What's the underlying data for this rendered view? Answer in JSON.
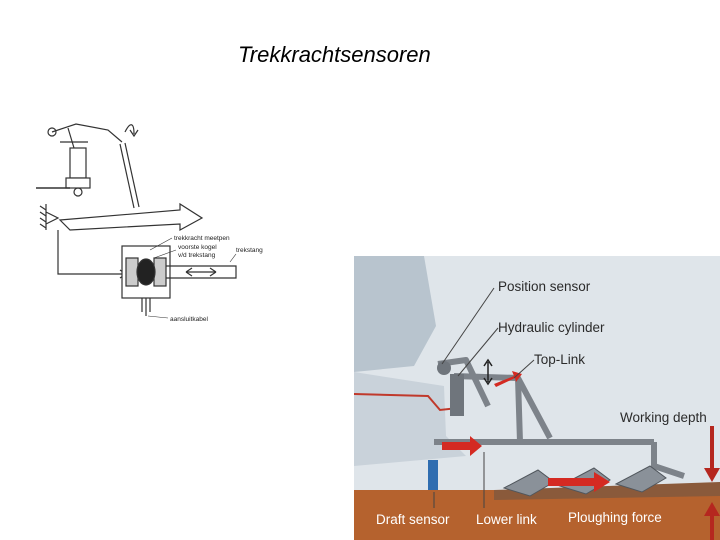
{
  "slide": {
    "title": "Trekkrachtsensoren"
  },
  "sketch": {
    "labels": {
      "trekkracht_meetpen": "trekkracht meetpen",
      "voorste_kogel": "voorste kogel",
      "vd_trekstang": "v/d trekstang",
      "trekstang": "trekstang",
      "aansluitkabel": "aansluitkabel"
    }
  },
  "photo": {
    "labels": {
      "position_sensor": "Position sensor",
      "hydraulic_cylinder": "Hydraulic cylinder",
      "top_link": "Top-Link",
      "working_depth": "Working depth",
      "draft_sensor": "Draft sensor",
      "lower_link": "Lower link",
      "ploughing_force": "Ploughing force"
    },
    "colors": {
      "arrow_red": "#d42a22",
      "sensor_blue": "#2f6db0",
      "frame_grey": "#8a8f96"
    }
  }
}
